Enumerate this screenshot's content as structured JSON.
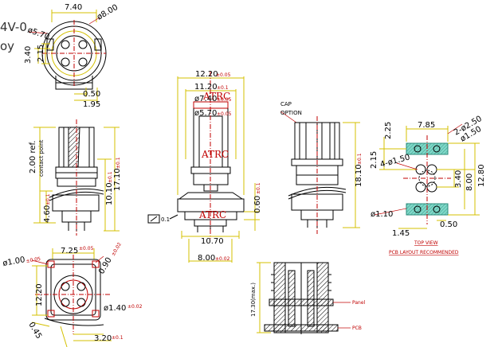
{
  "header": {
    "line1": "4V-0",
    "line2": "oy"
  },
  "brand": {
    "logo1": "ATRC",
    "logo2": "ATRC",
    "logo3": "ATRC"
  },
  "top_left": {
    "d_7_40": "7.40",
    "d_phi_8_00": "ø8.00",
    "d_phi_5_70": "ø5.70",
    "d_3_40": "3.40",
    "d_2_15": "2.15",
    "d_0_50": "0.50",
    "d_1_95": "1.95"
  },
  "side_left": {
    "d_2_00_ref": "2.00 ref.",
    "contact_point": "contact point",
    "d_17_10": "17.10",
    "tol_17_10": "±0.1",
    "d_10_10": "10.10",
    "tol_10_10": "±0.1",
    "d_4_60": "4.60",
    "tol_4_60": "±0.1"
  },
  "center": {
    "d_12_20": "12.20",
    "tol_12_20": "±0.05",
    "d_11_20": "11.20",
    "tol_11_20": "±0.1",
    "d_phi_7_40": "ø7.40",
    "tol_7_40": "±0.05",
    "d_phi_5_70": "ø5.70",
    "tol_5_70": "±0.05",
    "flatness": "0.1",
    "d_0_60": "0.60",
    "tol_0_60": "±0.1",
    "d_10_70": "10.70",
    "d_8_00": "8.00",
    "tol_8_00": "±0.02"
  },
  "cap_view": {
    "cap_label": "CAP",
    "option_label": "OPTION",
    "d_18_10": "18.10",
    "tol_18_10": "±0.1"
  },
  "top_view": {
    "d_7_85": "7.85",
    "d_2_25": "2.25",
    "d_2_phi_2_50": "2-ø2.50",
    "d_phi_1_50_a": "ø1.50",
    "d_2_15": "2.15",
    "d_4_phi_1_50": "4-ø1.50",
    "d_3_40": "3.40",
    "d_8_00": "8.00",
    "d_12_80": "12.80",
    "d_phi_1_10": "ø1.10",
    "d_1_45": "1.45",
    "d_0_50": "0.50",
    "title": "TOP VIEW",
    "subtitle": "PCB LAYOUT RECOMMENDED"
  },
  "bottom_left": {
    "d_7_25": "7.25",
    "tol_7_25": "±0.05",
    "d_phi_1_00": "ø1.00",
    "tol_1_00": "±0.05",
    "d_0_90": "0.90",
    "tol_0_90": "±0.02",
    "d_12_20": "12.20",
    "d_0_45": "0.45",
    "d_phi_1_40": "ø1.40",
    "tol_1_40": "±0.02",
    "d_3_20": "3.20",
    "tol_3_20": "±0.1"
  },
  "section": {
    "d_17_30": "17.30(max.)",
    "panel": "Panel",
    "pcb": "PCB"
  }
}
